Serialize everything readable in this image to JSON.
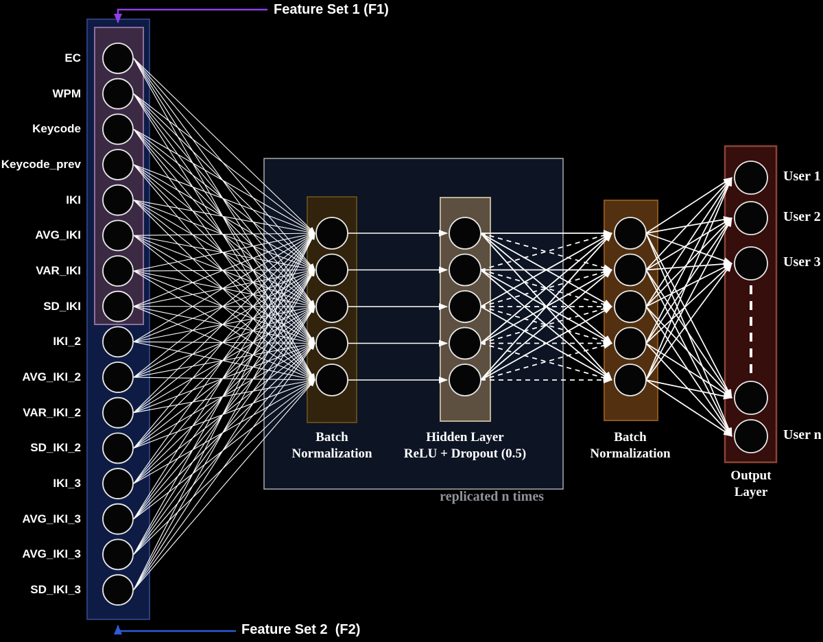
{
  "annotations": {
    "feature_set_1": "Feature Set 1 (F1)",
    "feature_set_2": "Feature Set 2  (F2)",
    "replicated_note": "replicated n times"
  },
  "layers": {
    "input": {
      "features": [
        "EC",
        "WPM",
        "Keycode",
        "Keycode_prev",
        "IKI",
        "AVG_IKI",
        "VAR_IKI",
        "SD_IKI",
        "IKI_2",
        "AVG_IKI_2",
        "VAR_IKI_2",
        "SD_IKI_2",
        "IKI_3",
        "AVG_IKI_3",
        "AVG_IKI_3",
        "SD_IKI_3"
      ],
      "node_count": 16
    },
    "batch_norm_1": {
      "caption": "Batch\nNormalization",
      "node_count": 5
    },
    "hidden": {
      "caption": "Hidden Layer\nReLU + Dropout (0.5)",
      "node_count": 5
    },
    "batch_norm_2": {
      "caption": "Batch\nNormalization",
      "node_count": 5
    },
    "output": {
      "caption": "Output\nLayer",
      "node_count": 5,
      "users": [
        "User 1",
        "User 2",
        "User 3",
        "User n"
      ]
    }
  },
  "colors": {
    "background": "#000000",
    "connection_line": "#ffffff",
    "node_fill": "#050505",
    "node_stroke": "#e8e8e8",
    "feature_set_1_accent": "#8f3fe8",
    "feature_set_2_accent": "#2e5cd8",
    "input_box_fill": "#0e1c45",
    "input_box_stroke": "#2c3e7a",
    "f1_box_fill": "#3c2a44",
    "f1_box_stroke": "#8d6f9c",
    "module_box_fill": "#0d1423",
    "module_box_stroke": "#a8abb0",
    "bn1_box_fill": "#32230c",
    "bn1_box_stroke": "#60491d",
    "hidden_box_fill": "#5d5040",
    "hidden_box_stroke": "#bdb19b",
    "bn2_box_fill": "#53300f",
    "bn2_box_stroke": "#8a5420",
    "output_box_fill": "#360e0c",
    "output_box_stroke": "#8a4434",
    "note_text": "#90939a"
  }
}
